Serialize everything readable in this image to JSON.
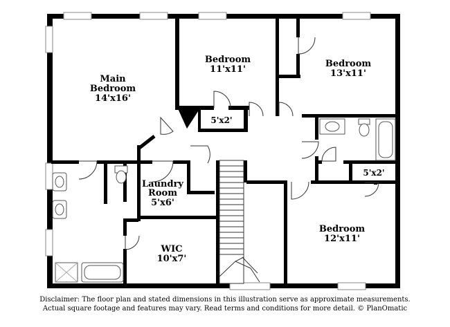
{
  "rooms": {
    "main_bedroom": {
      "name_line1": "Main",
      "name_line2": "Bedroom",
      "dims": "14'x16'"
    },
    "bedroom_top": {
      "name": "Bedroom",
      "dims": "11'x11'"
    },
    "bedroom_right": {
      "name": "Bedroom",
      "dims": "13'x11'"
    },
    "bedroom_bottom": {
      "name": "Bedroom",
      "dims": "12'x11'"
    },
    "laundry": {
      "name_line1": "Laundry",
      "name_line2": "Room",
      "dims": "5'x6'"
    },
    "wic": {
      "name": "WIC",
      "dims": "10'x7'"
    },
    "closet_top": {
      "dims": "5'x2'"
    },
    "closet_right": {
      "dims": "5'x2'"
    }
  },
  "disclaimer": {
    "line1": "Disclaimer: The floor plan and stated dimensions in this illustration serve as approximate measurements.",
    "line2": "Actual square footage and features may vary. Read terms and conditions for more detail. © PlanOmatic"
  },
  "colors": {
    "wall": "#000000",
    "fixture": "#555555",
    "background": "#ffffff"
  }
}
